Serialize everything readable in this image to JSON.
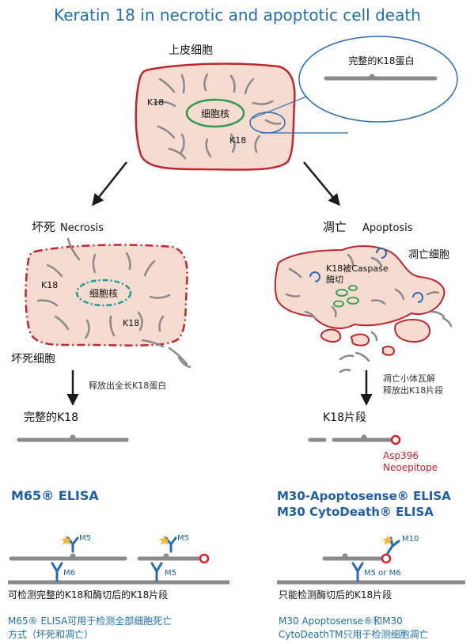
{
  "title": "Keratin 18 in necrotic and apoptotic cell death",
  "top_cell": {
    "label": "上皮细胞",
    "nucleus": "细胞核",
    "k18_a": "K18",
    "k18_b": "K18",
    "zoom_label": "完整的K18蛋白"
  },
  "necrosis": {
    "heading_cn": "坏死",
    "heading_en": "Necrosis",
    "nucleus": "细胞核",
    "k18_a": "K18",
    "k18_b": "K18",
    "cell_label": "坏死细胞",
    "release_label": "释放出全长K18蛋白",
    "result_label": "完整的K18"
  },
  "apoptosis": {
    "heading_cn": "凋亡",
    "heading_en": "Apoptosis",
    "cell_label": "凋亡细胞",
    "caspase_line1": "K18被Caspase",
    "caspase_line2": "酶切",
    "release_line1": "凋亡小体瓦解",
    "release_line2": "释放出K18片段",
    "result_label": "K18片段",
    "neo_line1": "Asp396",
    "neo_line2": "Neoepitope"
  },
  "assays": {
    "m65_name": "M65® ELISA",
    "m30_line1": "M30-Apoptosense® ELISA",
    "m30_line2": "M30 CytoDeath® ELISA",
    "m5_a": "M5",
    "m6": "M6",
    "m5_b": "M5",
    "m5_c": "M5",
    "m10": "M10",
    "m5_or_m6": "M5 or M6",
    "left_detect": "可检测完整的K18和酶切后的K18片段",
    "right_detect": "只能检测酶切后的K18片段",
    "left_desc_line1": "M65® ELISA可用于检测全部细胞死亡",
    "left_desc_line2": "方式（坏死和凋亡）",
    "right_desc_line1": "M30 Apoptosense®和M30",
    "right_desc_line2": "CytoDeathTM只用于检测细胞凋亡"
  },
  "colors": {
    "title_blue": "#1f6fb2",
    "assay_blue": "#1f5fa8",
    "membrane_red": "#c0262d",
    "cell_fill": "#f6dcd0",
    "filament_gray": "#8a8a8a",
    "nucleus_green": "#2e9a4e",
    "nucleus_teal": "#1d9a9a",
    "antibody_blue": "#2a6cb4",
    "star_yellow": "#f2b630",
    "epitope_red": "#d81e2c"
  }
}
